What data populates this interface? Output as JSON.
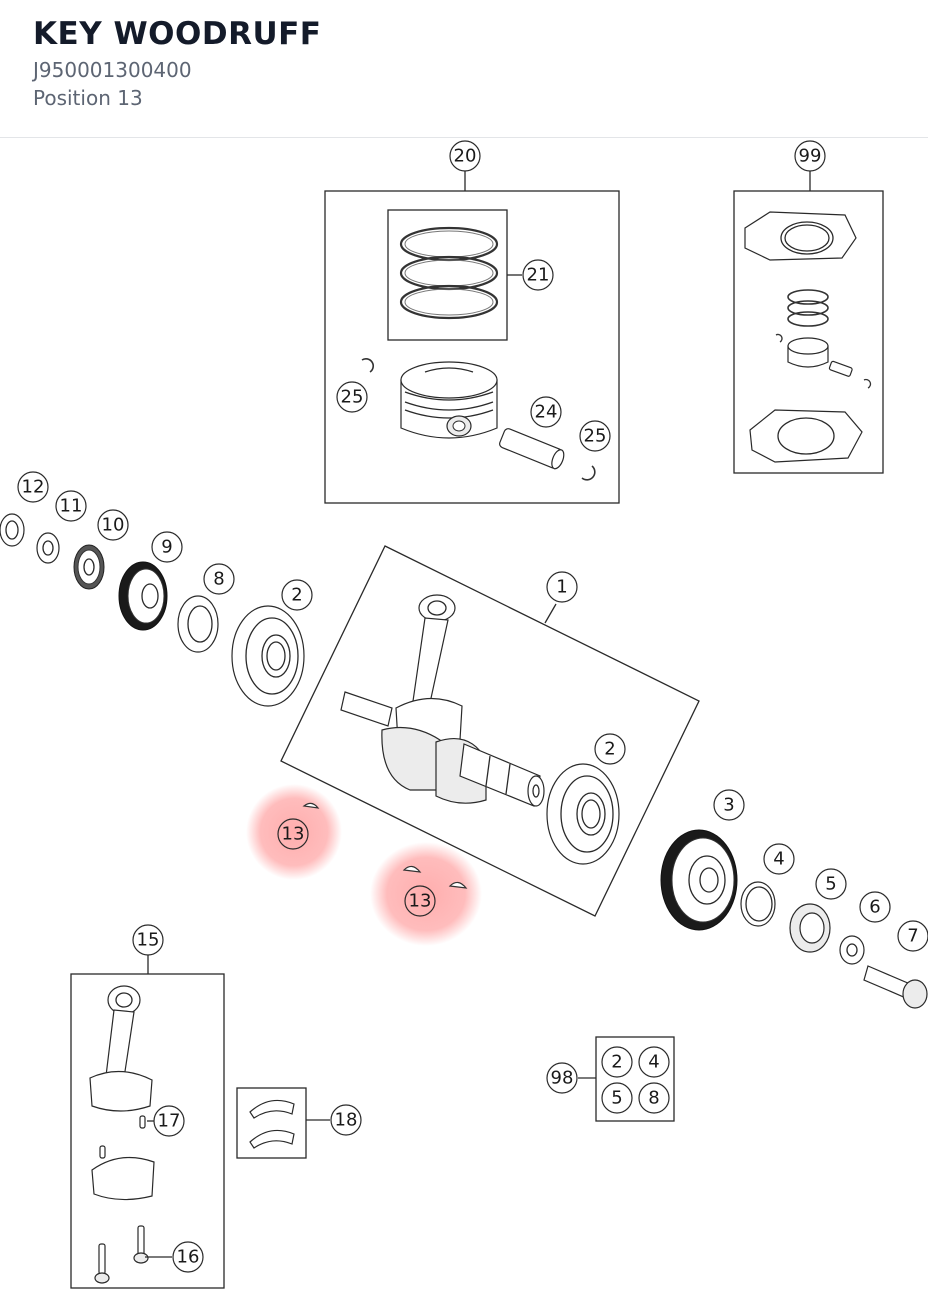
{
  "part": {
    "title": "KEY WOODRUFF",
    "number": "J950001300400",
    "position": "Position 13"
  },
  "highlight_color": "#ff6b6b",
  "callouts": {
    "c20": "20",
    "c99": "99",
    "c21": "21",
    "c25a": "25",
    "c24": "24",
    "c25b": "25",
    "c12": "12",
    "c11": "11",
    "c10": "10",
    "c9": "9",
    "c8": "8",
    "c2a": "2",
    "c1": "1",
    "c2b": "2",
    "c3": "3",
    "c4": "4",
    "c5": "5",
    "c6": "6",
    "c7": "7",
    "c13a": "13",
    "c13b": "13",
    "c15": "15",
    "c17": "17",
    "c16": "16",
    "c18": "18",
    "c98": "98",
    "g2": "2",
    "g4": "4",
    "g5": "5",
    "g8": "8"
  }
}
